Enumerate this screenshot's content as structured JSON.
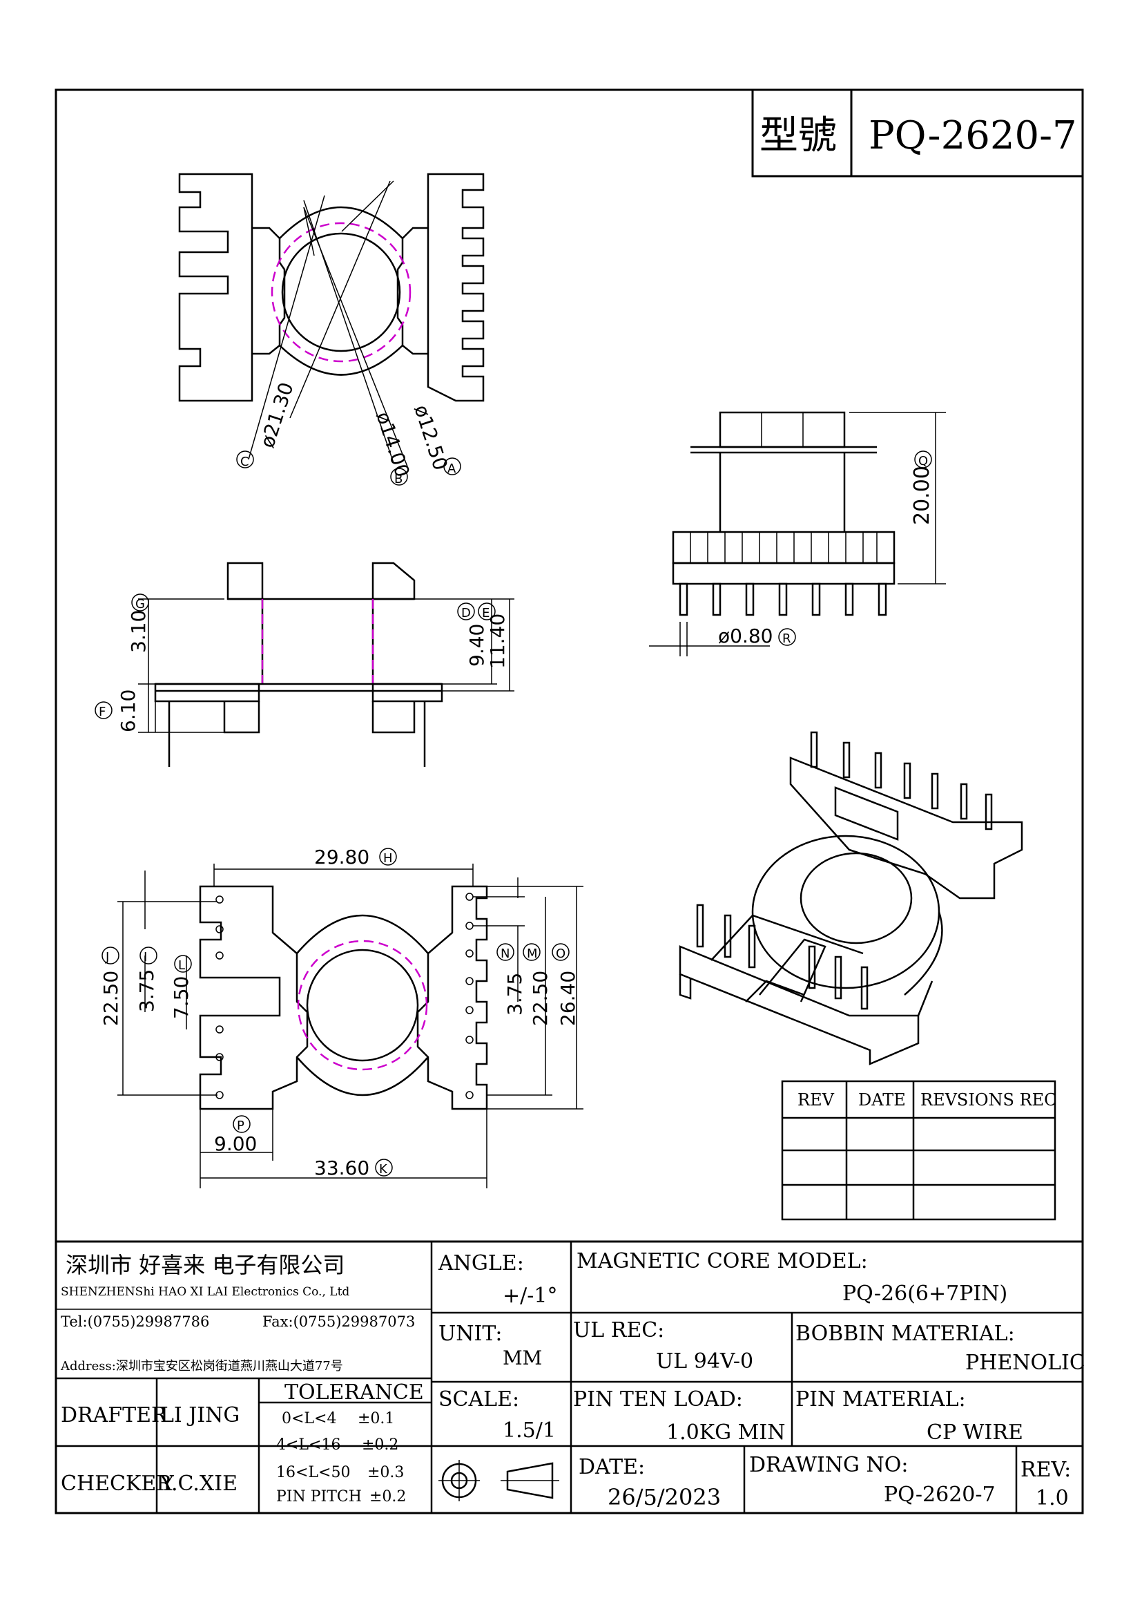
{
  "title_block_top": {
    "model_label": "型號",
    "model_value": "PQ-2620-7"
  },
  "dimensions": {
    "top_view": {
      "d_c": "ø21.30",
      "d_b": "ø14.00",
      "d_a": "ø12.50",
      "tag_c": "C",
      "tag_b": "B",
      "tag_a": "A"
    },
    "side_view": {
      "g": "3.10",
      "tag_g": "G",
      "d": "9.40",
      "tag_d": "D",
      "e": "11.40",
      "tag_e": "E",
      "f": "6.10",
      "tag_f": "F"
    },
    "front_view": {
      "q": "20.00",
      "tag_q": "Q",
      "r": "ø0.80",
      "tag_r": "R"
    },
    "bottom_view": {
      "h": "29.80",
      "tag_h": "H",
      "j": "22.50",
      "tag_j": "J",
      "i": "3.75",
      "tag_i": "I",
      "l": "7.50",
      "tag_l": "L",
      "n": "3.75",
      "tag_n": "N",
      "m": "22.50",
      "tag_m": "M",
      "o": "26.40",
      "tag_o": "O",
      "p": "9.00",
      "tag_p": "P",
      "k": "33.60",
      "tag_k": "K"
    }
  },
  "revision_table": {
    "headers": [
      "REV",
      "DATE",
      "REVSIONS REC"
    ]
  },
  "title_block": {
    "company_cn": "深圳市 好喜来 电子有限公司",
    "company_en": "SHENZHENShi HAO XI LAI Electronics Co., Ltd",
    "tel": "Tel:(0755)29987786",
    "fax": "Fax:(0755)29987073",
    "address": "Address:深圳市宝安区松岗街道燕川燕山大道77号",
    "angle_label": "ANGLE:",
    "angle_value": "+/-1°",
    "core_label": "MAGNETIC CORE MODEL:",
    "core_value": "PQ-26(6+7PIN)",
    "unit_label": "UNIT:",
    "unit_value": "MM",
    "ul_label": "UL REC:",
    "ul_value": "UL 94V-0",
    "bobbin_label": "BOBBIN MATERIAL:",
    "bobbin_value": "PHENOLIC",
    "drafter_label": "DRAFTER",
    "drafter_value": "LI JING",
    "tolerance_label": "TOLERANCE",
    "tol_rows": [
      {
        "range": "0<L<4",
        "tol": "±0.1"
      },
      {
        "range": "4<L<16",
        "tol": "±0.2"
      },
      {
        "range": "16<L<50",
        "tol": "±0.3"
      },
      {
        "range": "PIN PITCH",
        "tol": "±0.2"
      }
    ],
    "scale_label": "SCALE:",
    "scale_value": "1.5/1",
    "pin_load_label": "PIN TEN LOAD:",
    "pin_load_value": "1.0KG MIN",
    "pin_mat_label": "PIN MATERIAL:",
    "pin_mat_value": "CP WIRE",
    "checker_label": "CHECKER",
    "checker_value": "Y.C.XIE",
    "date_label": "DATE:",
    "date_value": "26/5/2023",
    "drawing_label": "DRAWING NO:",
    "drawing_value": "PQ-2620-7",
    "rev_label": "REV:",
    "rev_value": "1.0"
  }
}
